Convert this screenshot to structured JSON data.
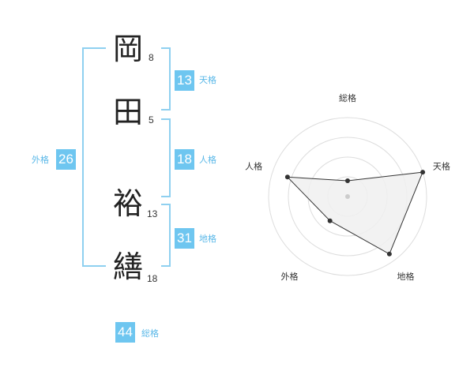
{
  "characters": [
    {
      "char": "岡",
      "strokes": "8"
    },
    {
      "char": "田",
      "strokes": "5"
    },
    {
      "char": "裕",
      "strokes": "13"
    },
    {
      "char": "繕",
      "strokes": "18"
    }
  ],
  "fortunes": {
    "tenkaku": {
      "label": "天格",
      "value": "13"
    },
    "jinkaku": {
      "label": "人格",
      "value": "18"
    },
    "chikaku": {
      "label": "地格",
      "value": "31"
    },
    "gaikaku": {
      "label": "外格",
      "value": "26"
    },
    "soukaku": {
      "label": "総格",
      "value": "44"
    }
  },
  "chart_data": {
    "type": "radar",
    "axes": [
      "総格",
      "天格",
      "地格",
      "外格",
      "人格"
    ],
    "values": [
      0.2,
      1.0,
      0.9,
      0.38,
      0.8
    ],
    "range": [
      0,
      1
    ],
    "rings": 4,
    "colors": {
      "fill": "#f0f0f0",
      "stroke": "#333333",
      "grid": "#dddddd",
      "point": "#333333"
    }
  },
  "colors": {
    "accent": "#6ec6f0",
    "bracket": "#8fd0f0",
    "accent_text": "#5ab8e8"
  }
}
